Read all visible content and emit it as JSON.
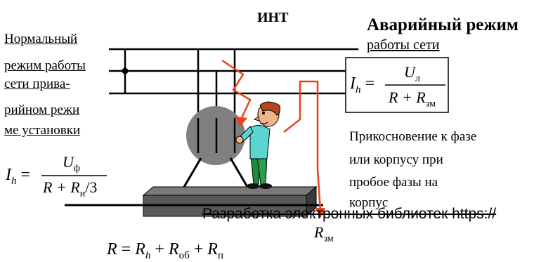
{
  "title": "ИНТ",
  "emergency": {
    "heading": "Аварийный режим",
    "subheading": "работы сети"
  },
  "normal_mode": {
    "lines": [
      "Нормальный",
      "режим работы",
      "сети прива-",
      "рийном режи",
      "ме установки"
    ]
  },
  "contact_note": {
    "lines": [
      "Прикосновение к фазе",
      "или корпусу при",
      "пробое фазы на",
      "корпус"
    ]
  },
  "formulas": {
    "emergency": {
      "lhs": "I",
      "lhs_sub": "h",
      "num": "U",
      "num_sub": "л",
      "den_a": "R + R",
      "den_sub": "зм"
    },
    "normal": {
      "lhs": "I",
      "lhs_sub": "h",
      "num": "U",
      "num_sub": "ф",
      "den_a": "R + R",
      "den_sub": "и",
      "den_tail": "/3"
    },
    "resistance": {
      "lhs": "R",
      "r_h": "R",
      "r_h_sub": "h",
      "r_ob": "R",
      "r_ob_sub": "об",
      "r_p": "R",
      "r_p_sub": "п"
    },
    "rzm_label": {
      "base": "R",
      "sub": "зм"
    }
  },
  "watermark": "Разработка электронных библиотек https://",
  "colors": {
    "line": "#000000",
    "current_path": "#e8421c",
    "body": "#808080",
    "base": "#595959"
  }
}
